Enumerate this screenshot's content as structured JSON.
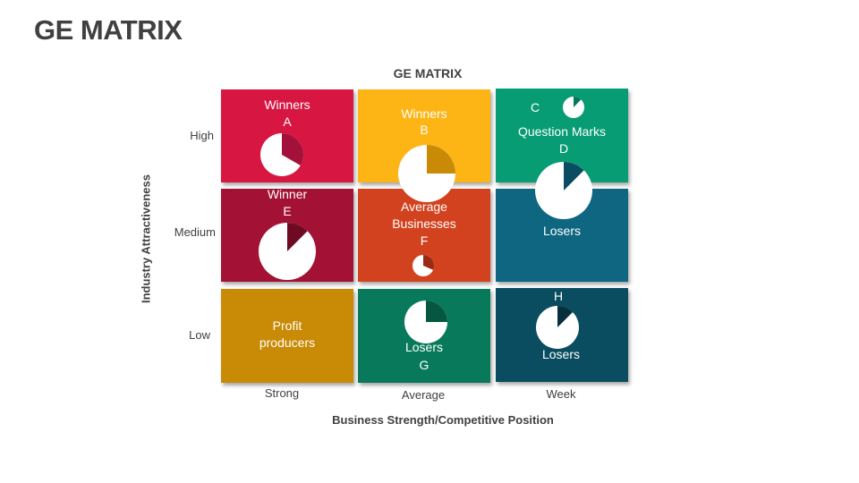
{
  "page": {
    "title": "GE MATRIX"
  },
  "chart": {
    "title": "GE MATRIX",
    "y_axis_label": "Industry Attractiveness",
    "x_axis_label": "Business Strength/Competitive Position",
    "rows": [
      "High",
      "Medium",
      "Low"
    ],
    "columns": [
      "Strong",
      "Average",
      "Week"
    ]
  },
  "cells": {
    "high_strong": {
      "label": "Winners",
      "letter": "A",
      "color": "#D81642",
      "pie_slice": "#A3113A"
    },
    "high_average": {
      "label": "Winners",
      "letter": "B",
      "color": "#FDB515",
      "pie_slice": "#C98A05"
    },
    "high_weak": {
      "label": "Question Marks",
      "letter_c": "C",
      "letter_d": "D",
      "color": "#079C74",
      "pie_slice_c": "#06775A",
      "pie_slice_d": "#0B4D60"
    },
    "medium_strong": {
      "label": "Winner",
      "letter": "E",
      "color": "#A31235",
      "pie_slice": "#6E0A24"
    },
    "medium_average": {
      "label_line1": "Average",
      "label_line2": "Businesses",
      "letter": "F",
      "color": "#D2421E",
      "pie_slice": "#9A2A14"
    },
    "medium_weak": {
      "label": "Losers",
      "color": "#0E6680"
    },
    "low_strong": {
      "label_line1": "Profit",
      "label_line2": "producers",
      "color": "#C98A05"
    },
    "low_average": {
      "label": "Losers",
      "letter": "G",
      "color": "#087A5B",
      "pie_slice": "#05573F"
    },
    "low_weak": {
      "label": "Losers",
      "letter": "H",
      "color": "#0B4D60",
      "pie_slice": "#06303D"
    }
  },
  "chart_data": {
    "type": "table",
    "title": "GE MATRIX",
    "xlabel": "Business Strength/Competitive Position",
    "ylabel": "Industry Attractiveness",
    "columns": [
      "Strong",
      "Average",
      "Week"
    ],
    "rows": [
      "High",
      "Medium",
      "Low"
    ],
    "cells": [
      [
        "Winners",
        "Winners",
        "Question Marks"
      ],
      [
        "Winner",
        "Average Businesses",
        "Losers"
      ],
      [
        "Profit producers",
        "Losers",
        "Losers"
      ]
    ],
    "business_units": [
      {
        "id": "A",
        "cell": "High/Strong",
        "share_pct": 33,
        "size": "medium"
      },
      {
        "id": "B",
        "cell": "High/Average",
        "share_pct": 25,
        "size": "large"
      },
      {
        "id": "C",
        "cell": "High/Week",
        "share_pct": 12,
        "size": "small"
      },
      {
        "id": "D",
        "cell": "High/Week",
        "share_pct": 12,
        "size": "large"
      },
      {
        "id": "E",
        "cell": "Medium/Strong",
        "share_pct": 12,
        "size": "large"
      },
      {
        "id": "F",
        "cell": "Medium/Average",
        "share_pct": 30,
        "size": "small"
      },
      {
        "id": "G",
        "cell": "Low/Average",
        "share_pct": 25,
        "size": "medium"
      },
      {
        "id": "H",
        "cell": "Low/Week",
        "share_pct": 12,
        "size": "medium"
      }
    ]
  }
}
